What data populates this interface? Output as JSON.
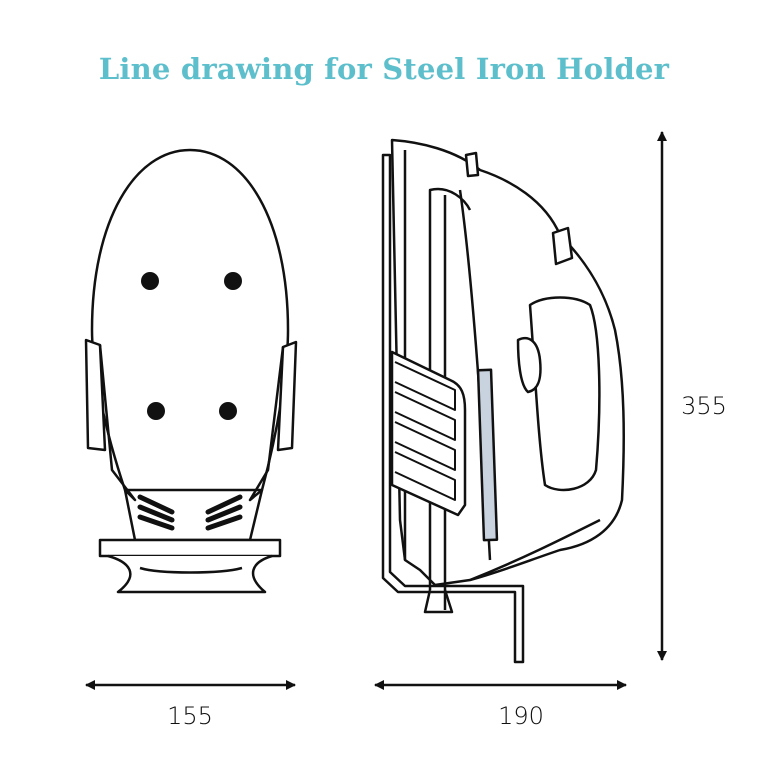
{
  "title": "Line drawing for Steel Iron Holder",
  "title_color": "#5cbfcb",
  "dimensions": {
    "front_width": "155",
    "side_width": "190",
    "height": "355"
  },
  "views": [
    "front-view",
    "side-view"
  ]
}
